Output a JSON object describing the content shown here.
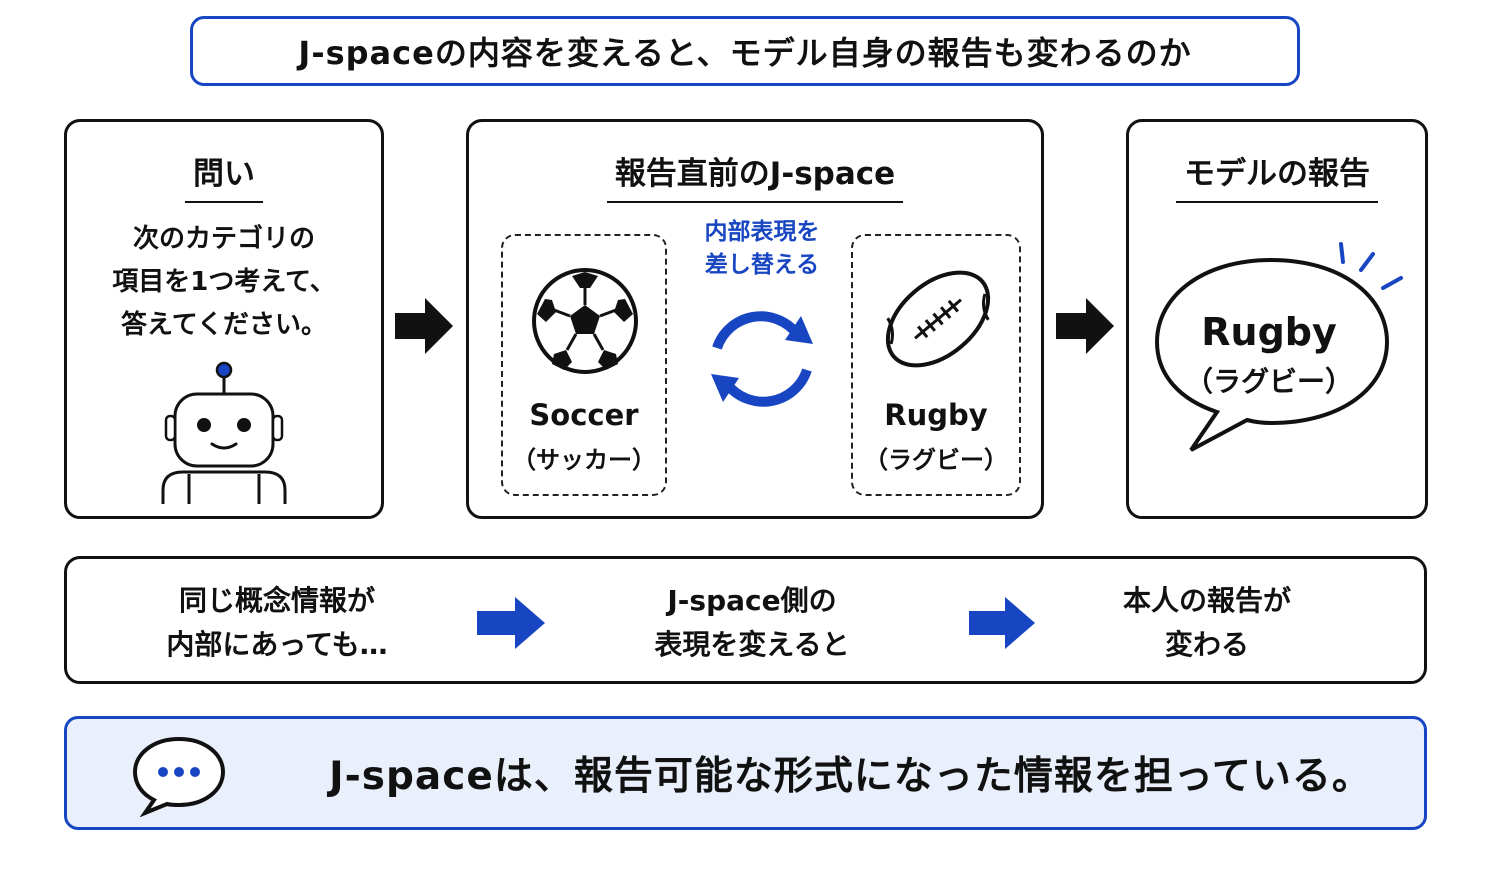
{
  "title": "J-spaceの内容を変えると、モデル自身の報告も変わるのか",
  "question_panel": {
    "heading": "問い",
    "lines": [
      "次のカテゴリの",
      "項目を1つ考えて、",
      "答えてください。"
    ]
  },
  "jspace_panel": {
    "heading": "報告直前のJ-space",
    "swap_label_lines": [
      "内部表現を",
      "差し替える"
    ],
    "left_item": {
      "name": "Soccer",
      "reading": "（サッカー）"
    },
    "right_item": {
      "name": "Rugby",
      "reading": "（ラグビー）"
    }
  },
  "report_panel": {
    "heading": "モデルの報告",
    "answer": "Rugby",
    "answer_reading": "（ラグビー）"
  },
  "flow": {
    "step1": [
      "同じ概念情報が",
      "内部にあっても…"
    ],
    "step2": [
      "J-space側の",
      "表現を変えると"
    ],
    "step3": [
      "本人の報告が",
      "変わる"
    ]
  },
  "conclusion": "J-spaceは、報告可能な形式になった情報を担っている。",
  "colors": {
    "accent": "#1846c2",
    "conclusion_bg": "#e9f0fb",
    "ink": "#111111"
  }
}
